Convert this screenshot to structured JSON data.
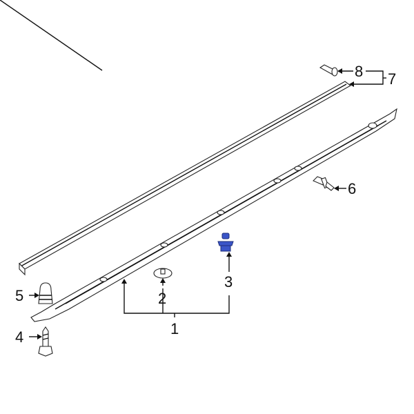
{
  "diagram": {
    "type": "exploded-parts-diagram",
    "highlight_color": "#3a55c8",
    "callouts": [
      {
        "id": "1",
        "label": "1",
        "part": "rocker-panel-molding"
      },
      {
        "id": "2",
        "label": "2",
        "part": "clip"
      },
      {
        "id": "3",
        "label": "3",
        "part": "fastener-highlighted"
      },
      {
        "id": "4",
        "label": "4",
        "part": "bolt"
      },
      {
        "id": "5",
        "label": "5",
        "part": "bumper-stop"
      },
      {
        "id": "6",
        "label": "6",
        "part": "push-clip"
      },
      {
        "id": "7",
        "label": "7",
        "part": "upper-molding-assembly"
      },
      {
        "id": "8",
        "label": "8",
        "part": "end-clip"
      }
    ]
  }
}
